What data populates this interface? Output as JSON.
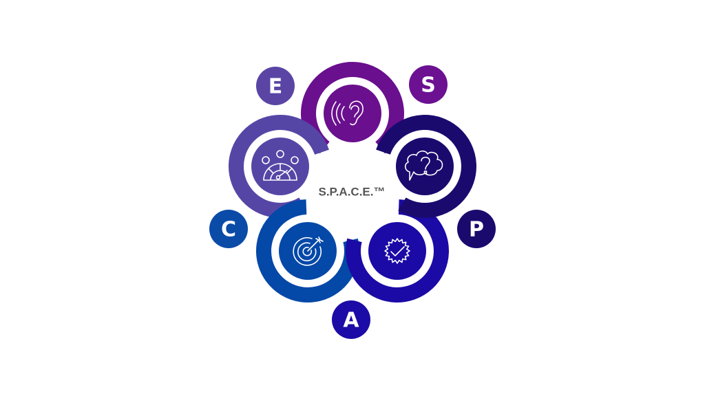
{
  "title": "S.P.A.C.E.™",
  "segments": [
    {
      "letter": "S",
      "icon": "ear-listening-icon",
      "color": "#6a0f8e"
    },
    {
      "letter": "P",
      "icon": "thought-bubble-question-icon",
      "color": "#1a0a6e"
    },
    {
      "letter": "A",
      "icon": "verified-check-badge-icon",
      "color": "#1b0aa6"
    },
    {
      "letter": "C",
      "icon": "target-arrow-icon",
      "color": "#0448a8"
    },
    {
      "letter": "E",
      "icon": "satisfaction-gauge-icon",
      "color": "#5546a6"
    }
  ]
}
